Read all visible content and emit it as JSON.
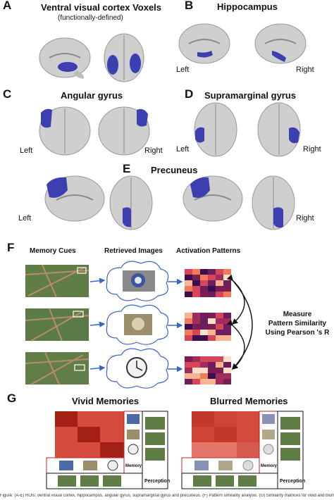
{
  "panels": {
    "A": {
      "letter": "A",
      "title": "Ventral visual cortex Voxels",
      "subtitle": "(functionally-defined)"
    },
    "B": {
      "letter": "B",
      "title": "Hippocampus",
      "left": "Left",
      "right": "Right"
    },
    "C": {
      "letter": "C",
      "title": "Angular gyrus",
      "left": "Left",
      "right": "Right"
    },
    "D": {
      "letter": "D",
      "title": "Supramarginal gyrus",
      "left": "Left",
      "right": "Right"
    },
    "E": {
      "letter": "E",
      "title": "Precuneus",
      "left": "Left",
      "right": "Right"
    },
    "F": {
      "letter": "F",
      "col1": "Memory Cues",
      "col2": "Retrieved Images",
      "col3": "Activation Patterns",
      "measure_line1": "Measure",
      "measure_line2": "Pattern Similarity",
      "measure_line3": "Using Pearson 's R"
    },
    "G": {
      "letter": "G",
      "vivid_title": "Vivid Memories",
      "blurred_title": "Blurred Memories",
      "memory_label": "Memory",
      "perception_label": "Perception"
    }
  },
  "colors": {
    "roi": "#3d3fb0",
    "brain": "#cfcfcf",
    "heat_dark": "#a32014",
    "heat_mid": "#d44a3c",
    "heat_light": "#e5776a",
    "frame_red": "#cc2222"
  },
  "caption": "Figure: (A-E) ROIs: ventral visual cortex, hippocampus, angular gyrus, supramarginal gyrus and precuneus. (F) Pattern similarity analysis. (G) Similarity matrices for vivid and blurred memories."
}
